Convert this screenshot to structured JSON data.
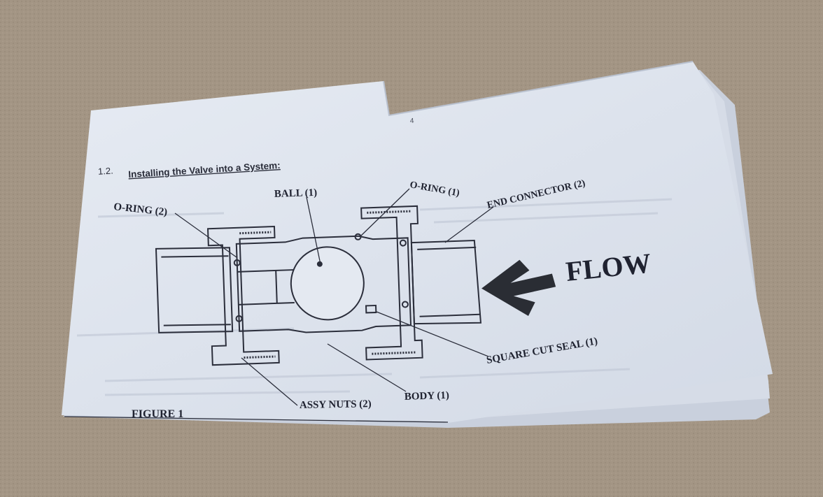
{
  "page_number": "4",
  "section": {
    "number": "1.2.",
    "title": "Installing the Valve into a System:"
  },
  "labels": {
    "ball": "BALL (1)",
    "oring_left": "O-RING (2)",
    "oring_right": "O-RING (1)",
    "end_connector": "END CONNECTOR (2)",
    "square_cut_seal": "SQUARE CUT SEAL (1)",
    "body": "BODY (1)",
    "assy_nuts": "ASSY NUTS (2)",
    "flow": "FLOW"
  },
  "figure_caption": "FIGURE 1",
  "colors": {
    "background": "#a39584",
    "paper": "#dfe5ef",
    "ink": "#1f2230",
    "arrow": "#2a2d34"
  }
}
